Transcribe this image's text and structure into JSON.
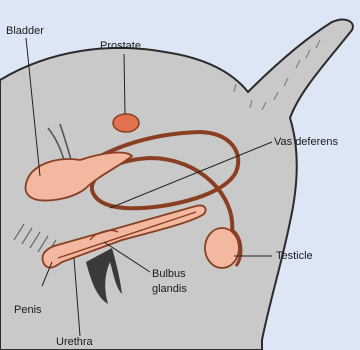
{
  "labels": {
    "bladder": "Bladder",
    "prostate": "Prostate",
    "vas_deferens": "Vas deferens",
    "testicle": "Testicle",
    "bulbus_line1": "Bulbus",
    "bulbus_line2": "glandis",
    "penis": "Penis",
    "urethra": "Urethra"
  },
  "colors": {
    "background": "#dce6f5",
    "body_fill": "#c9c9c9",
    "body_outline": "#2b2b2b",
    "organ_fill": "#f2b9a0",
    "duct_color": "#8a3f22",
    "prostate_fill": "#e2714d",
    "leader_line": "#222222",
    "text": "#1a1a1a"
  }
}
